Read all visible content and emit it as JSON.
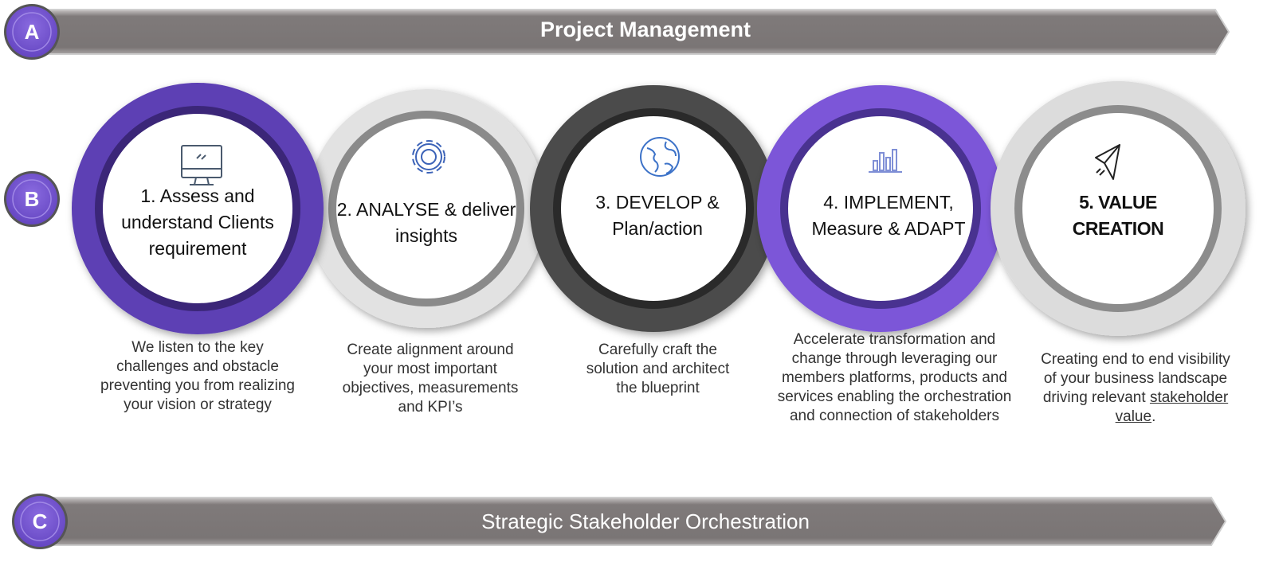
{
  "banners": {
    "top": {
      "badge": "A",
      "title": "Project Management"
    },
    "middle": {
      "badge": "B"
    },
    "bottom": {
      "badge": "C",
      "title": "Strategic Stakeholder Orchestration"
    }
  },
  "steps": [
    {
      "icon": "monitor-icon",
      "title": "1. Assess and understand Clients requirement",
      "description": "We listen to the key challenges and obstacle preventing you from realizing your vision or strategy",
      "ring_color": "#5b3fb0"
    },
    {
      "icon": "gear-icon",
      "title": "2. ANALYSE & deliver insights",
      "description": "Create alignment around your most important objectives, measurements and KPI’s",
      "ring_color": "#bdbdbd"
    },
    {
      "icon": "globe-icon",
      "title": "3. DEVELOP & Plan/action",
      "description": "Carefully craft the solution and architect  the blueprint",
      "ring_color": "#4a4a4a"
    },
    {
      "icon": "bar-chart-icon",
      "title": "4. IMPLEMENT, Measure & ADAPT",
      "description": "Accelerate transformation and change through leveraging our members platforms, products and services enabling the orchestration and connection of stakeholders",
      "ring_color": "#7a55d6"
    },
    {
      "icon": "paper-plane-icon",
      "title": "5. VALUE CREATION",
      "description_pre": "Creating end to end visibility of your business landscape driving relevant ",
      "description_link": "stakeholder value",
      "description_post": ".",
      "ring_color": "#c8c8c8"
    }
  ]
}
